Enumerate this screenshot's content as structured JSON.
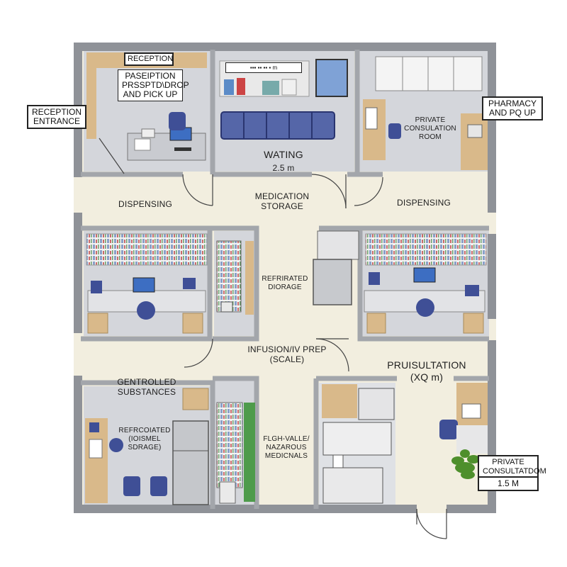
{
  "labels": {
    "reception_top": "RECEPTION",
    "reception_counter": "PASEIPTION\nPRSSPTD\\DROP\nAND PICK UP",
    "reception_entrance": "RECEPTION\nENTRANCE",
    "waiting": "WATING",
    "waiting_dim": "2.5 m",
    "private_consult_top": "PRIVATE\nCONSULATION\nROOM",
    "pharmacy": "PHARMACY\nAND PQ UP",
    "dispensing_left": "DISPENSING",
    "medication_storage": "MEDICATION\nSTORAGE",
    "dispensing_right": "DISPENSING",
    "refrigerated": "REFRIRATED\nDIORAGE",
    "infusion": "INFUSION/IV PREP\n(SCALE)",
    "consultation_right": "PRUISULTATION\n(XQ m)",
    "controlled": "GENTROLLED\nSUBSTANCES",
    "refrig_bottom": "REFRCOIATED\n(IOISMEL\nSDRAGE)",
    "hazardous": "FLGH-VALLE/\nNAZAROUS\nMEDICNALS",
    "private_consult_bottom": "PRIVATE\nCONSULTATDOM",
    "private_consult_bottom_dim": "1.5 M",
    "shelf_sign": "▪▪▪ ▪▪ ▪▪ ▪ m"
  },
  "colors": {
    "wall": "#8f9298",
    "wall_dark": "#5c5f66",
    "floor_beige": "#f2eedf",
    "floor_grey": "#d4d6db",
    "counter": "#d9b98a",
    "chair": "#3f4f96",
    "plant": "#4e8f2c"
  }
}
